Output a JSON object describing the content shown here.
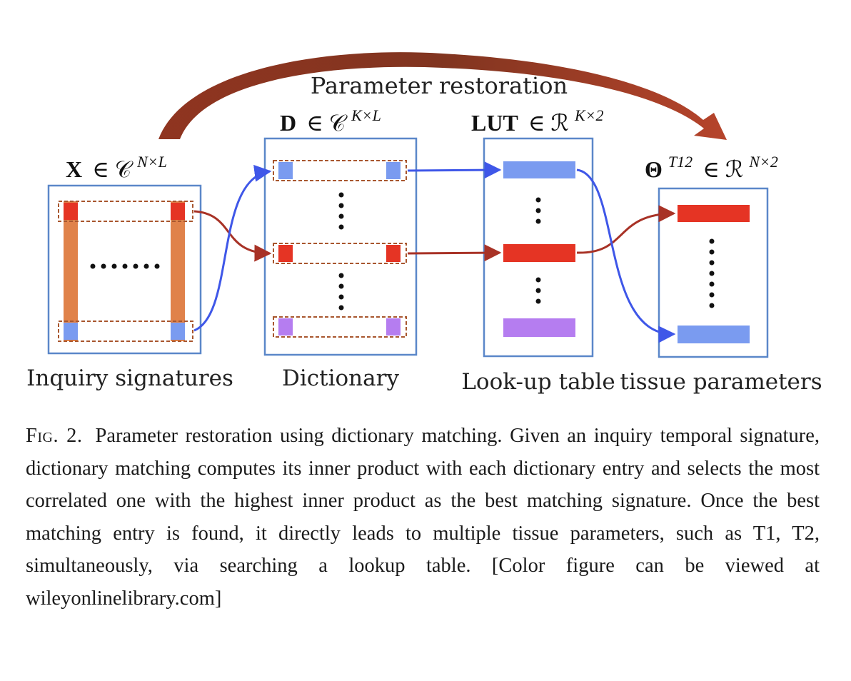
{
  "figure": {
    "arc_label": "Parameter restoration",
    "panels": {
      "inquiry": {
        "math_bold": "X",
        "math_rest": "∈ 𝒞",
        "sup": "N×L",
        "label": "Inquiry signatures"
      },
      "dictionary": {
        "math_bold": "D",
        "math_rest": "∈ 𝒞",
        "sup": "K×L",
        "label": "Dictionary"
      },
      "lut": {
        "math_bold": "LUT",
        "math_rest": "∈ ℛ",
        "sup": "K×2",
        "label": "Look-up table"
      },
      "tissue": {
        "math_bold": "Θ",
        "sup_mid": "T12",
        "math_rest": "∈ ℛ",
        "sup": "N×2",
        "label": "tissue parameters"
      }
    },
    "colors": {
      "red": "#e53424",
      "blue": "#7a9bf0",
      "purple": "#b57df0",
      "orange": "#e0824a",
      "frame": "#5b87c9",
      "arrow_red": "#a83226",
      "arrow_blue": "#3f57e8",
      "arc": "#8f2a1a"
    },
    "ellipsis_h": "······"
  },
  "caption": {
    "label": "Fig. 2.",
    "text": "Parameter restoration using dictionary matching. Given an inquiry temporal signature, dictionary matching computes its inner product with each dictionary entry and selects the most correlated one with the highest inner product as the best matching signature. Once the best matching entry is found, it directly leads to multiple tissue parameters, such as T1, T2, simultaneously, via searching a lookup table. [Color figure can be viewed at wileyonlinelibrary.com]"
  }
}
